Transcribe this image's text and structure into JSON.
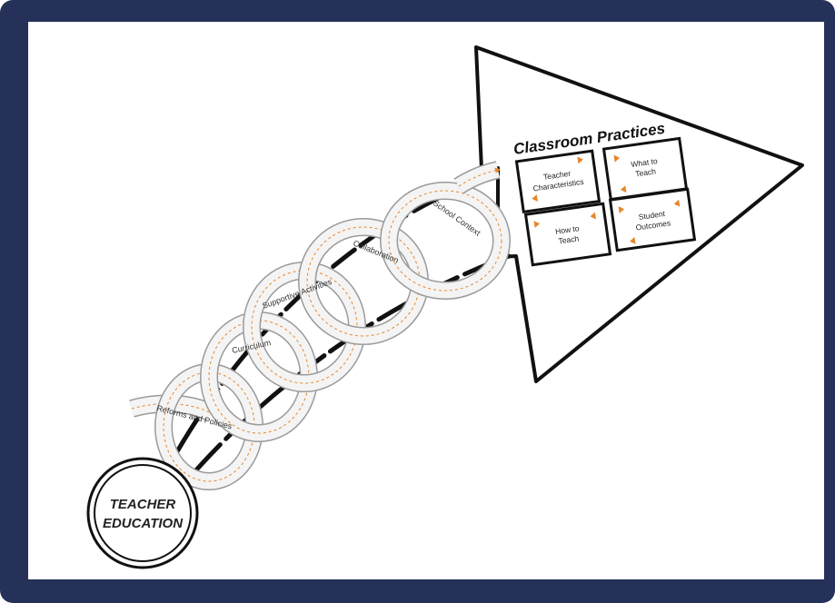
{
  "hub": {
    "line1": "TEACHER",
    "line2": "EDUCATION"
  },
  "classroom": {
    "title": "Classroom Practices",
    "boxes": [
      {
        "line1": "Teacher",
        "line2": "Characteristics"
      },
      {
        "line1": "What to",
        "line2": "Teach"
      },
      {
        "line1": "How to",
        "line2": "Teach"
      },
      {
        "line1": "Student",
        "line2": "Outcomes"
      }
    ]
  },
  "stages": [
    "Reforms and Policies",
    "Curriculum",
    "Supportive Activities",
    "Collaboration",
    "School Context"
  ],
  "colors": {
    "frame": "#253158",
    "accent": "#e8862a",
    "ribbon": "#f4f4f4",
    "ink": "#111111"
  }
}
